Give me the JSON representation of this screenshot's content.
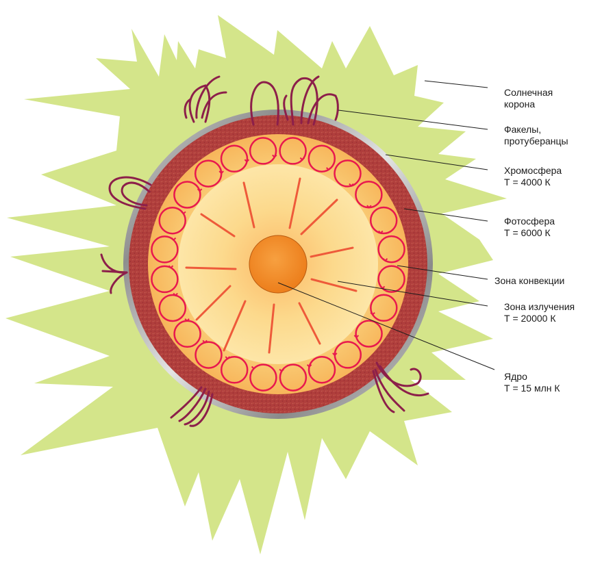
{
  "colors": {
    "corona": "#d4e58a",
    "chromosphere": "#a8a8a8",
    "photosphere": "#b3403f",
    "convection_zone": "#f9c56a",
    "radiation_zone": "#fde29a",
    "core": "#f28c1e",
    "convection_cells": "#e8184e",
    "radiation_rays": "#ee5a3a",
    "prominences": "#8c1f4a",
    "leader_lines": "#1a1a1a"
  },
  "labels": {
    "corona": {
      "line1": "Солнечная",
      "line2": "корона"
    },
    "prominences": {
      "line1": "Факелы,",
      "line2": "протуберанцы"
    },
    "chromosphere": {
      "line1": "Хромосфера",
      "line2": "Т = 4000 К"
    },
    "photosphere": {
      "line1": "Фотосфера",
      "line2": "Т = 6000 К"
    },
    "convection": {
      "line1": "Зона конвекции"
    },
    "radiation": {
      "line1": "Зона излучения",
      "line2": "Т = 20000 К"
    },
    "core": {
      "line1": "Ядро",
      "line2": "Т = 15 млн К"
    }
  }
}
